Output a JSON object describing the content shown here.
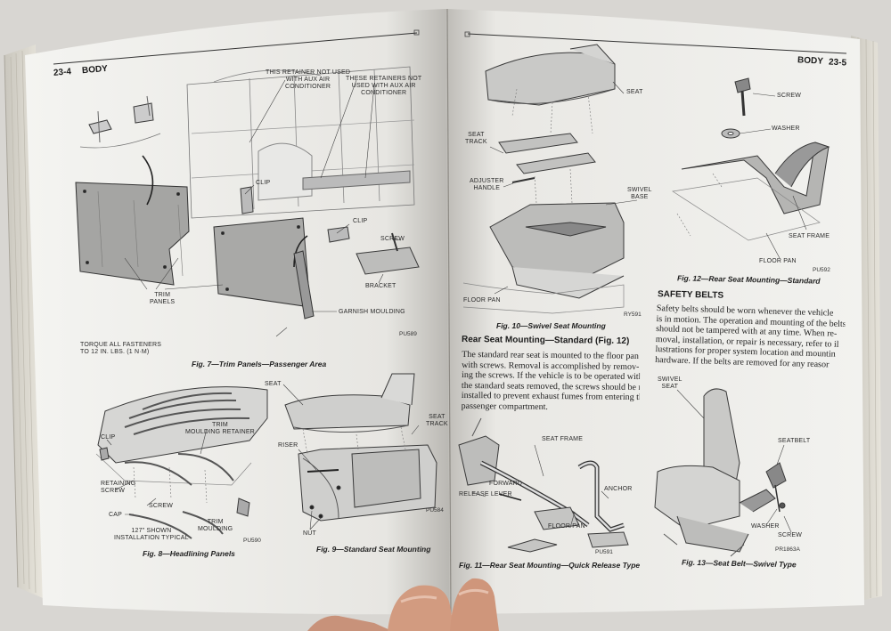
{
  "left_page": {
    "page_number": "23-4",
    "section": "BODY",
    "fig7": {
      "caption": "Fig. 7—Trim Panels—Passenger Area",
      "code": "PU589",
      "labels": {
        "retainer_not_used": [
          "THIS RETAINER NOT USED",
          "WITH AUX AIR",
          "CONDITIONER"
        ],
        "retainers_not_used": [
          "THESE RETAINERS NOT",
          "USED WITH AUX AIR",
          "CONDITIONER"
        ],
        "clip_1": "CLIP",
        "clip_2": "CLIP",
        "screw": "SCREW",
        "bracket": "BRACKET",
        "trim_panels": [
          "TRIM",
          "PANELS"
        ],
        "garnish_moulding": "GARNISH MOULDING",
        "torque": [
          "TORQUE ALL FASTENERS",
          "TO 12 IN. LBS. (1 N·m)"
        ]
      }
    },
    "fig8": {
      "caption": "Fig. 8—Headlining Panels",
      "code": "PU590",
      "labels": {
        "clip": "CLIP",
        "trim_moulding_retainer": [
          "TRIM",
          "MOULDING RETAINER"
        ],
        "retaining_screw": [
          "RETAINING",
          "SCREW"
        ],
        "screw": "SCREW",
        "cap": "CAP",
        "trim_moulding": [
          "TRIM",
          "MOULDING"
        ],
        "installation": [
          "127\" SHOWN",
          "INSTALLATION TYPICAL"
        ]
      }
    },
    "fig9": {
      "caption": "Fig. 9—Standard Seat Mounting",
      "code": "PU584",
      "labels": {
        "seat": "SEAT",
        "seat_track": [
          "SEAT",
          "TRACK"
        ],
        "riser": "RISER",
        "nut": "NUT"
      }
    }
  },
  "right_page": {
    "page_number": "23-5",
    "section": "BODY",
    "fig10": {
      "caption": "Fig. 10—Swivel Seat Mounting",
      "code": "RY591",
      "labels": {
        "seat": "SEAT",
        "seat_track": [
          "SEAT",
          "TRACK"
        ],
        "adjuster_handle": [
          "ADJUSTER",
          "HANDLE"
        ],
        "swivel_base": [
          "SWIVEL",
          "BASE"
        ],
        "floor_pan": "FLOOR PAN"
      }
    },
    "fig11": {
      "caption": "Fig. 11—Rear Seat Mounting—Quick Release Type",
      "code": "PU591",
      "labels": {
        "seat_frame": "SEAT FRAME",
        "forward": "FORWARD",
        "release_lever": "RELEASE LEVER",
        "floor_pan": "FLOOR PAN",
        "anchor": "ANCHOR"
      }
    },
    "fig12": {
      "caption": "Fig. 12—Rear Seat Mounting—Standard",
      "code": "PU592",
      "labels": {
        "screw": "SCREW",
        "washer": "WASHER",
        "seat_frame": "SEAT FRAME",
        "floor_pan": "FLOOR PAN"
      }
    },
    "fig13": {
      "caption": "Fig. 13—Seat Belt—Swivel Type",
      "code": "PR1863A",
      "labels": {
        "swivel_seat": [
          "SWIVEL",
          "SEAT"
        ],
        "seatbelt": "SEATBELT",
        "washer": "WASHER",
        "screw": "SCREW"
      }
    },
    "rear_seat_section": {
      "heading": "Rear Seat Mounting—Standard (Fig. 12)",
      "lines": [
        "The standard rear seat is mounted to the floor pan",
        "with screws. Removal is accomplished by remov-",
        "ing the screws. If the vehicle is to be operated with",
        "the standard seats removed, the screws should be re-",
        "installed to prevent exhaust fumes from entering the",
        "passenger compartment."
      ]
    },
    "safety_belts_section": {
      "heading": "SAFETY BELTS",
      "lines": [
        "Safety belts should be worn whenever the vehicle",
        "is in motion. The operation and mounting of the belts",
        "should not be tampered with at any time. When re-",
        "moval, installation, or repair is necessary, refer to il",
        "lustrations for proper system location and mountin",
        "hardware. If the belts are removed for any reasor"
      ]
    }
  }
}
